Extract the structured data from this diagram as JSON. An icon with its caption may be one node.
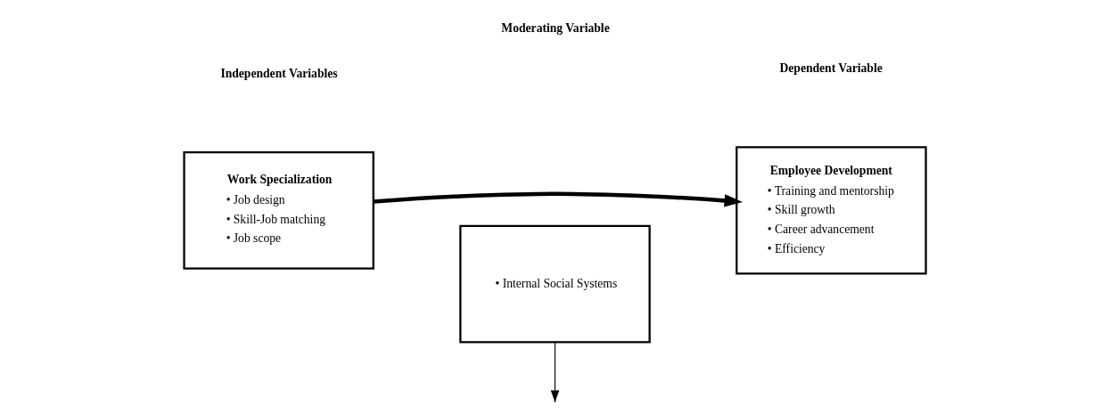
{
  "diagram": {
    "nodes": [
      {
        "text": [
          "Work Specialization",
          "• Job design",
          "• Skill-Job matching",
          "• Job scope"
        ]
      },
      {
        "text": [
          "Employee Development",
          "• Training and mentorship",
          "• Skill growth",
          "• Career advancement",
          "• Efficiency"
        ]
      },
      {
        "text": [
          "• Internal Social Systems"
        ]
      }
    ],
    "edges": [
      {
        "from": 0,
        "to": 1,
        "arrow": "to",
        "style": "thick"
      },
      {
        "from": 2,
        "to": null,
        "arrow": "to"
      }
    ],
    "labels": [
      "Independent Variables",
      "Moderating Variable",
      "Dependent Variable"
    ]
  }
}
